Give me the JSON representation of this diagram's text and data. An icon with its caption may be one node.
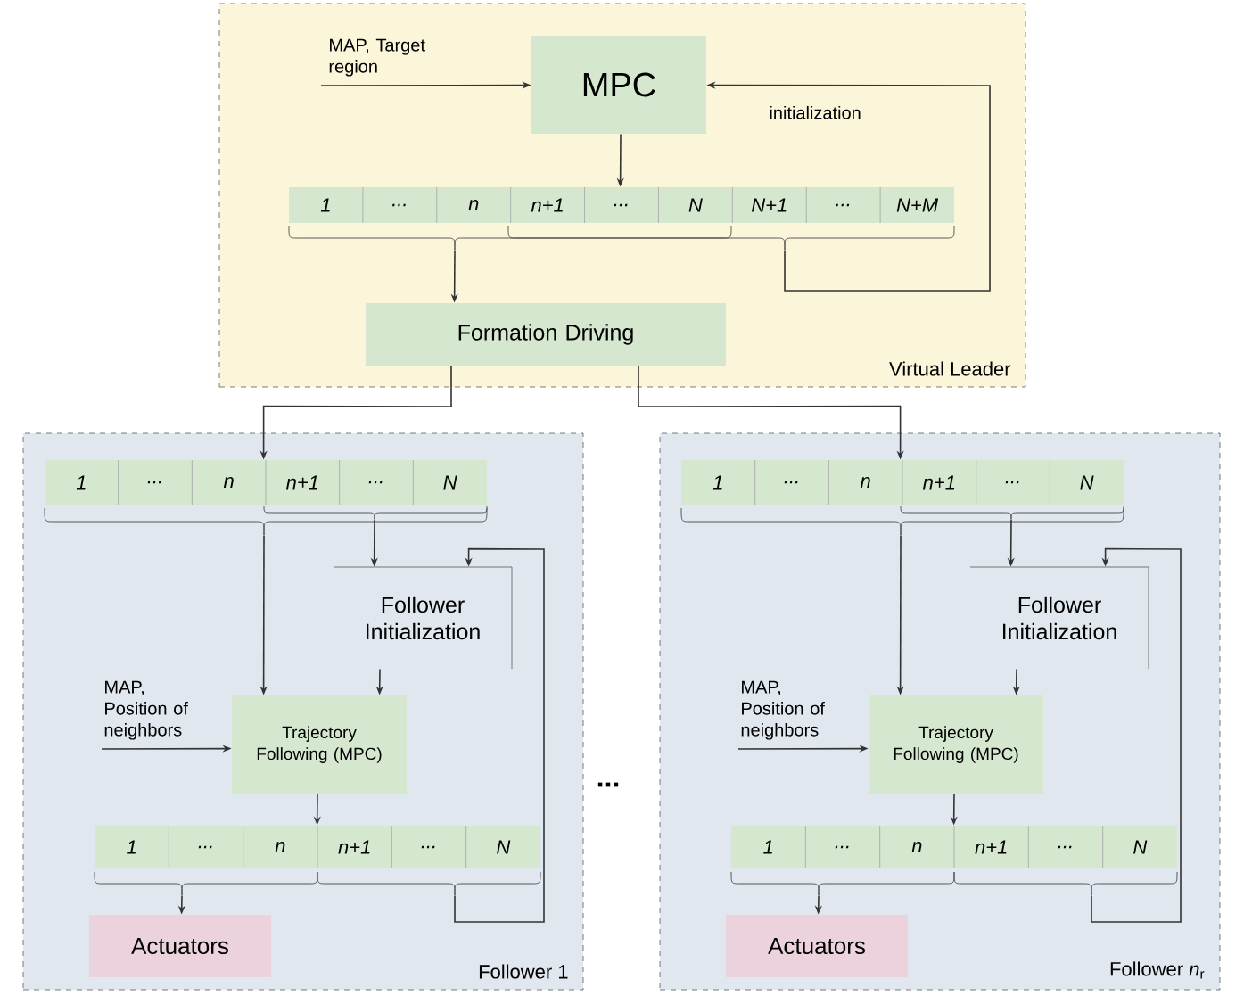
{
  "diagram": {
    "nodes": [
      {
        "text": [
          "Virtual Leader"
        ]
      },
      {
        "text": [
          "MPC"
        ],
        "in": 0
      },
      {
        "text": [
          "1",
          "...",
          "n",
          "n+1",
          "...",
          "N",
          "N+1",
          "...",
          "N+M"
        ],
        "in": 0
      },
      {
        "text": [
          "Formation Driving"
        ],
        "in": 0
      },
      {
        "text": [
          "Follower 1"
        ]
      },
      {
        "text": [
          "1",
          "...",
          "n",
          "n+1",
          "...",
          "N"
        ],
        "in": 4
      },
      {
        "text": [
          "Follower Initialization"
        ],
        "in": 4
      },
      {
        "text": [
          "Trajectory Following (MPC)"
        ],
        "in": 4
      },
      {
        "text": [
          "1",
          "...",
          "n",
          "n+1",
          "...",
          "N"
        ],
        "in": 4
      },
      {
        "text": [
          "Actuators"
        ],
        "in": 4
      },
      {
        "text": [
          "Follower *n*$_{r}$"
        ]
      },
      {
        "text": [
          "1",
          "...",
          "n",
          "n+1",
          "...",
          "N"
        ],
        "in": 10
      },
      {
        "text": [
          "Follower Initialization"
        ],
        "in": 10
      },
      {
        "text": [
          "Trajectory Following (MPC)"
        ],
        "in": 10
      },
      {
        "text": [
          "1",
          "...",
          "n",
          "n+1",
          "...",
          "N"
        ],
        "in": 10
      },
      {
        "text": [
          "Actuators"
        ],
        "in": 10
      }
    ],
    "edges": [
      {
        "from": null,
        "to": 1,
        "arrow": "to",
        "label": "MAP, Target region"
      },
      {
        "from": 1,
        "to": 2,
        "arrow": "to"
      },
      {
        "from": 2,
        "to": 3,
        "arrow": "to"
      },
      {
        "from": 2,
        "to": 1,
        "arrow": "to",
        "label": "initialization"
      },
      {
        "from": 3,
        "to": 5,
        "arrow": "to"
      },
      {
        "from": 3,
        "to": 11,
        "arrow": "to"
      },
      {
        "from": 5,
        "to": 7,
        "arrow": "to"
      },
      {
        "from": 5,
        "to": 6,
        "arrow": "to"
      },
      {
        "from": 8,
        "to": 6,
        "arrow": "to"
      },
      {
        "from": 6,
        "to": 7,
        "arrow": "to"
      },
      {
        "from": null,
        "to": 7,
        "arrow": "to",
        "label": "MAP, Position of neighbors"
      },
      {
        "from": 7,
        "to": 8,
        "arrow": "to"
      },
      {
        "from": 8,
        "to": 9,
        "arrow": "to"
      },
      {
        "from": 11,
        "to": 13,
        "arrow": "to"
      },
      {
        "from": 11,
        "to": 12,
        "arrow": "to"
      },
      {
        "from": 14,
        "to": 12,
        "arrow": "to"
      },
      {
        "from": 12,
        "to": 13,
        "arrow": "to"
      },
      {
        "from": null,
        "to": 13,
        "arrow": "to",
        "label": "MAP, Position of neighbors"
      },
      {
        "from": 13,
        "to": 14,
        "arrow": "to"
      },
      {
        "from": 14,
        "to": 15,
        "arrow": "to"
      }
    ],
    "labels": [
      "..."
    ]
  }
}
